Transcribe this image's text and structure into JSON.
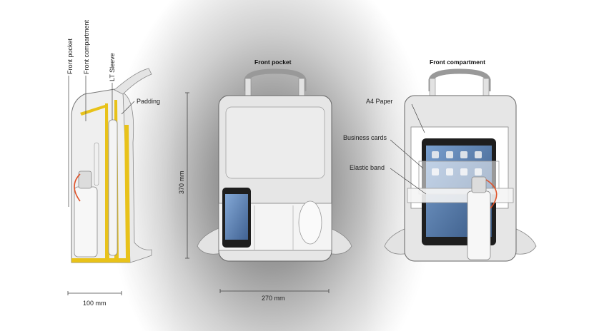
{
  "side_view": {
    "labels": [
      "Front pocket",
      "Front compartment",
      "LT Sleeve",
      "Padding"
    ],
    "width_dimension": "100 mm"
  },
  "front_pocket_view": {
    "title": "Front pocket",
    "height_dimension": "370 mm",
    "width_dimension": "270 mm"
  },
  "front_compartment_view": {
    "title": "Front compartment",
    "labels": [
      "A4 Paper",
      "Business cards",
      "Elastic band"
    ]
  },
  "colors": {
    "accent_yellow": "#e8c21a",
    "strap_orange": "#e0532a",
    "bag_grey": "#e6e6e6",
    "outline": "#555555"
  }
}
